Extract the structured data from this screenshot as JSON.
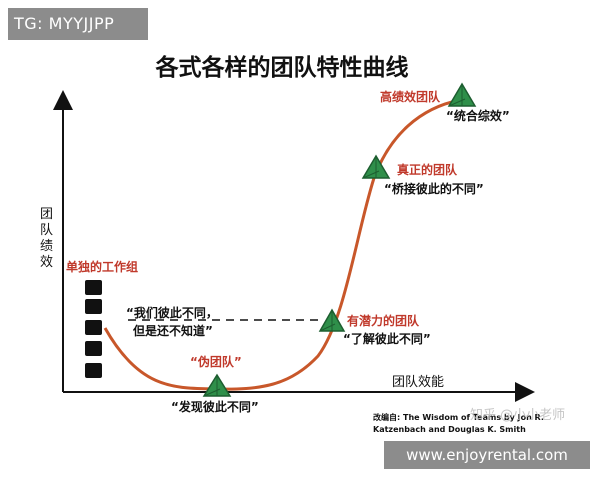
{
  "watermark_top": "TG: MYYJJPP",
  "watermark_bottom": "www.enjoyrental.com",
  "watermark_zhihu": "知乎 @小小老师",
  "title": "各式各样的团队特性曲线",
  "y_axis_label": "团队绩效",
  "x_axis_label": "团队效能",
  "stages": {
    "individual": {
      "label": "单独的工作组",
      "quote_line1": "“我们彼此不同，",
      "quote_line2": "但是还不知道”"
    },
    "pseudo": {
      "label": "“伪团队”",
      "quote": "“发现彼此不同”"
    },
    "potential": {
      "label": "有潜力的团队",
      "quote": "“了解彼此不同”"
    },
    "real": {
      "label": "真正的团队",
      "quote": "“桥接彼此的不同”"
    },
    "high": {
      "label": "高绩效团队",
      "quote": "“统合综效”"
    }
  },
  "source_line1": "改编自: The Wisdom of Teams by Jon R.",
  "source_line2": "Katzenbach and Douglas K. Smith",
  "colors": {
    "curve": "#c8572a",
    "label_red": "#c0392b",
    "triangle_fill": "#2f8f4a",
    "triangle_dark": "#1d5e30",
    "box": "#111111"
  }
}
